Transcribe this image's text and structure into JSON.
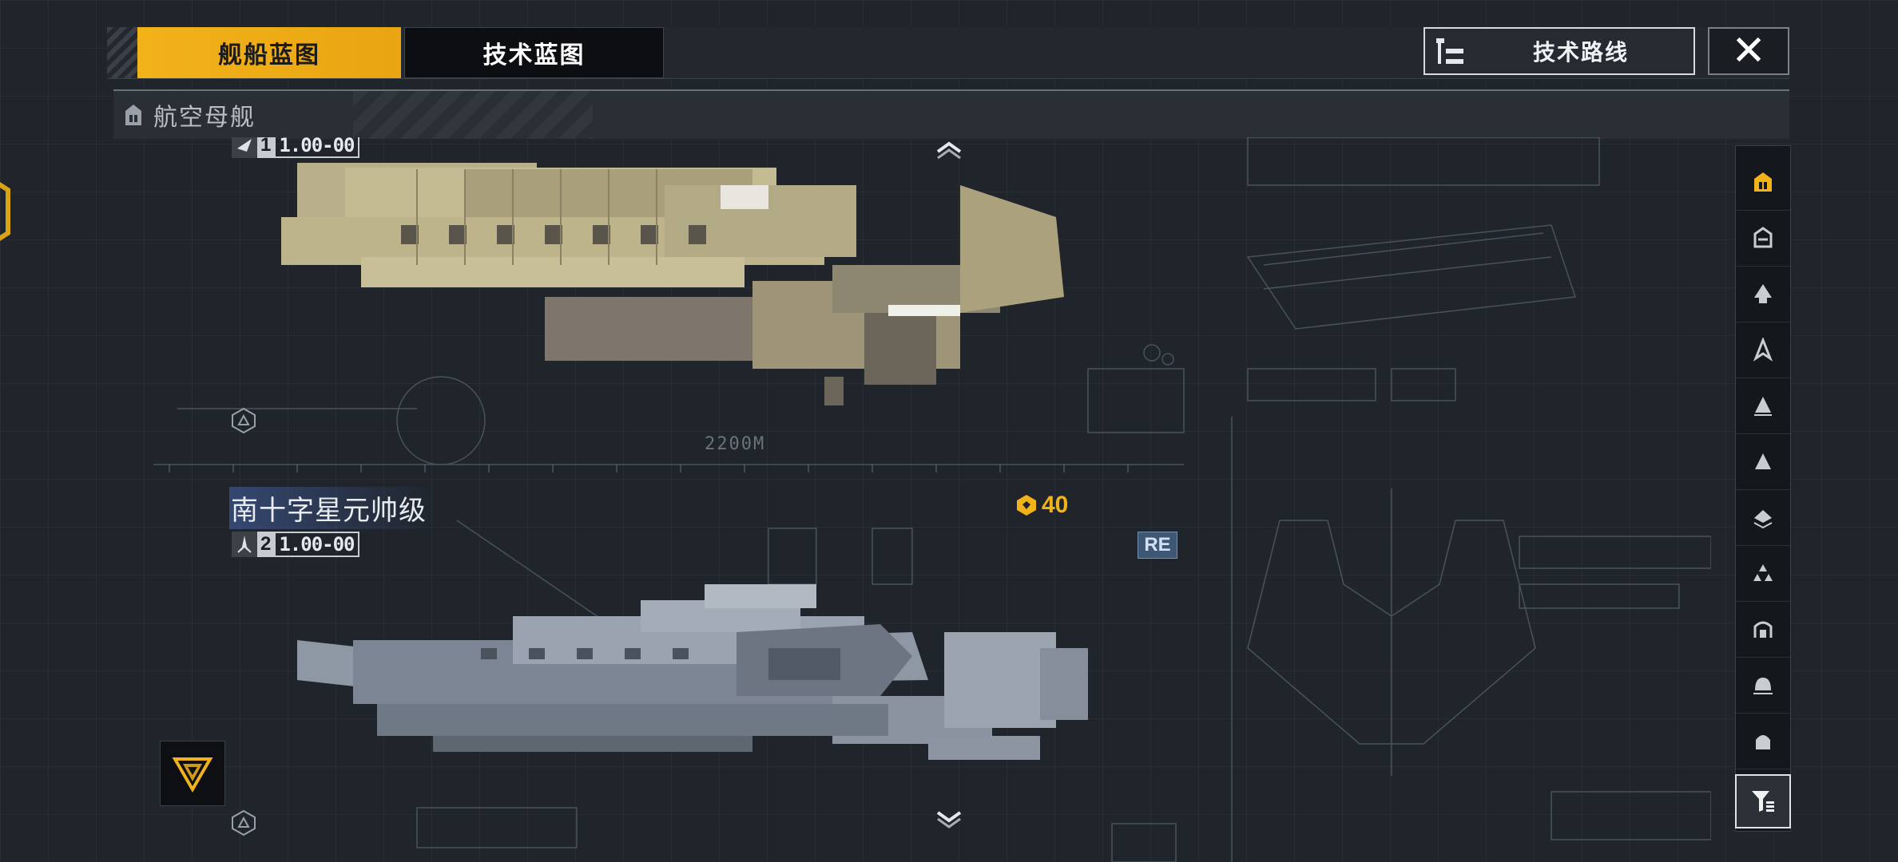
{
  "tabs": {
    "ship_blueprint": "舰船蓝图",
    "tech_blueprint": "技术蓝图"
  },
  "tech_route": {
    "label": "技术路线"
  },
  "close": {
    "label": "✕"
  },
  "category": {
    "label": "航空母舰"
  },
  "ships": [
    {
      "count": "1",
      "value": "1.00-00"
    },
    {
      "name": "南十字星元帅级",
      "count": "2",
      "value": "1.00-00",
      "cost": "40",
      "badge": "RE"
    }
  ],
  "scale_label": "2200M",
  "colors": {
    "accent": "#f2b21a",
    "badge": "#3d5774"
  },
  "rail_icons": [
    "carrier-icon",
    "aux-ship-icon",
    "battlecruiser-icon",
    "cruiser-icon",
    "destroyer-icon",
    "frigate-icon",
    "corvette-icon",
    "fighter-icon",
    "hangar-icon",
    "dome-icon",
    "shield-icon"
  ]
}
